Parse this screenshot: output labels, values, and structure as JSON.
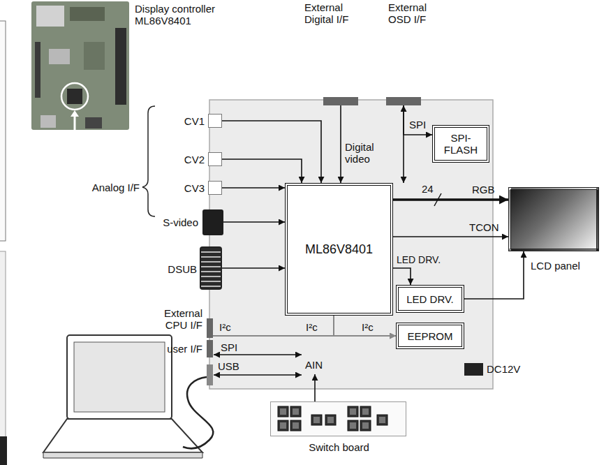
{
  "diagram": {
    "nodes": [
      {
        "text": [
          "CV1"
        ]
      },
      {
        "text": [
          "CV2"
        ]
      },
      {
        "text": [
          "CV3"
        ]
      },
      {
        "text": [
          "S-video"
        ]
      },
      {
        "text": [
          "DSUB"
        ]
      },
      {
        "text": [
          "External Digital I/F"
        ]
      },
      {
        "text": [
          "External OSD I/F"
        ]
      },
      {
        "text": [
          "SPI- FLASH"
        ]
      },
      {
        "text": [
          "ML86V8401"
        ]
      },
      {
        "text": [
          "LED DRV."
        ]
      },
      {
        "text": [
          "EEPROM"
        ]
      },
      {
        "text": [
          "External CPU I/F"
        ]
      },
      {
        "text": [
          "user I/F"
        ]
      },
      {
        "text": [
          "LCD panel"
        ]
      },
      {
        "text": [
          "Switch board"
        ]
      }
    ],
    "edges": [
      {
        "from": 0,
        "to": 8,
        "arrow": "to"
      },
      {
        "from": 1,
        "to": 8,
        "arrow": "to"
      },
      {
        "from": 2,
        "to": 8,
        "arrow": "to"
      },
      {
        "from": 3,
        "to": 8,
        "arrow": "to"
      },
      {
        "from": 4,
        "to": 8,
        "arrow": "to"
      },
      {
        "from": 5,
        "to": 8,
        "label": "Digital video",
        "arrow": "to"
      },
      {
        "from": 6,
        "to": 8,
        "arrow": "to"
      },
      {
        "from": 6,
        "to": 7,
        "label": "SPI",
        "arrow": "both"
      },
      {
        "from": 8,
        "to": 13,
        "label": "RGB",
        "arrow": "to"
      },
      {
        "from": 8,
        "to": 13,
        "label": "TCON",
        "arrow": "to"
      },
      {
        "from": 8,
        "to": 9,
        "label": "LED DRV.",
        "arrow": "to"
      },
      {
        "from": 9,
        "to": 13,
        "arrow": "to"
      },
      {
        "from": 11,
        "to": 10,
        "arrow": "to"
      },
      {
        "from": 8,
        "to": 10,
        "arrow": "to"
      }
    ],
    "labels": [
      "Display controller ML86V8401",
      "Analog I/F",
      "24",
      "I²c",
      "I²c",
      "I²c",
      "SPI",
      "USB",
      "AIN",
      "DC12V"
    ]
  }
}
